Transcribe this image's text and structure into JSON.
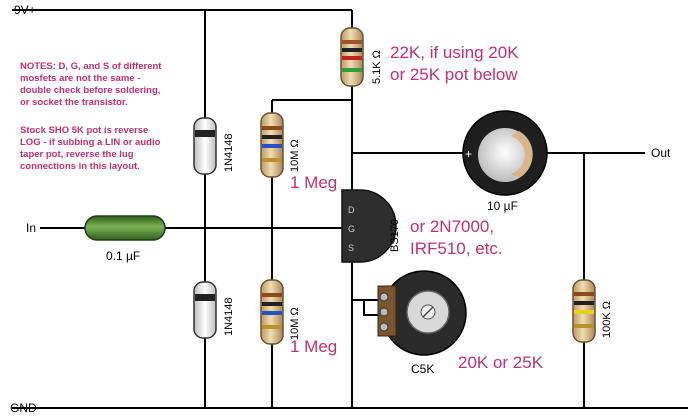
{
  "rails": {
    "top": "9V+",
    "bottom": "GND"
  },
  "io": {
    "input": "In",
    "output": "Out"
  },
  "components": {
    "capacitor_in": {
      "value": "0.1 µF"
    },
    "diode_top": {
      "part": "1N4148"
    },
    "diode_bottom": {
      "part": "1N4148"
    },
    "resistor_top": {
      "value": "5.1K Ω"
    },
    "resistor_bias_top": {
      "value": "10M Ω"
    },
    "resistor_bias_bottom": {
      "value": "10M Ω"
    },
    "resistor_out": {
      "value": "100K Ω"
    },
    "mosfet": {
      "part": "BS170",
      "pins": {
        "d": "D",
        "g": "G",
        "s": "S"
      }
    },
    "capacitor_out": {
      "value": "10 µF"
    },
    "pot": {
      "part": "C5K"
    }
  },
  "annotations": {
    "resistor_alt_line1": "22K, if using 20K",
    "resistor_alt_line2": "or 25K pot below",
    "meg_top": "1 Meg",
    "meg_bottom": "1 Meg",
    "mosfet_alt_line1": "or 2N7000,",
    "mosfet_alt_line2": "IRF510, etc.",
    "pot_alt": "20K or 25K"
  },
  "notes": {
    "lines": [
      "NOTES: D, G, and S of different",
      "mosfets are not the same -",
      "double check before soldering,",
      "or socket the transistor.",
      "",
      "Stock SHO 5K pot is reverse",
      "LOG - if subbing a LIN or audio",
      "taper pot, reverse the lug",
      "connections in this layout."
    ]
  },
  "colors": {
    "annotation": "#c2306e",
    "resistor_body": "#e8cfa0",
    "capacitor_in_body": "#4e8a2e",
    "diode_body": "#eeeeee",
    "mosfet_body": "#333333",
    "capacitor_out_body": "#222222",
    "pot_body": "#2b2b2b"
  }
}
